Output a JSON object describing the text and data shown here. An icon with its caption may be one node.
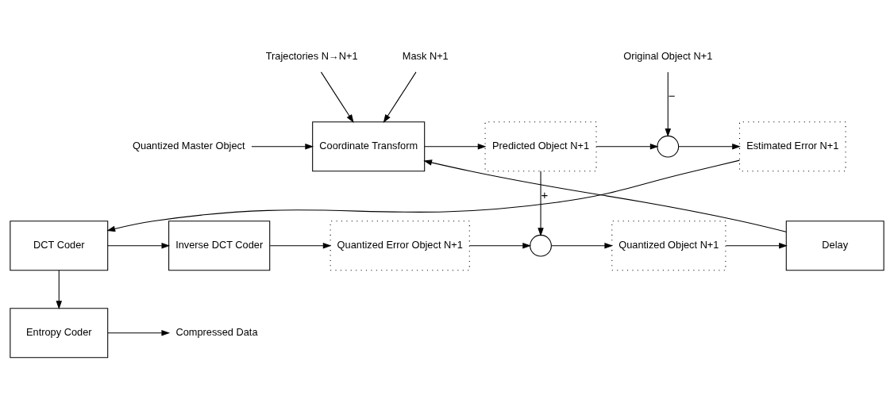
{
  "diagram": {
    "nodes": [
      {
        "text": [
          "Quantized Master Object"
        ]
      },
      {
        "text": [
          "Mask N+1"
        ]
      },
      {
        "text": [
          "Trajectories N→N+1"
        ]
      },
      {
        "text": [
          "Coordinate Transform"
        ]
      },
      {
        "text": [
          "Predicted Object N+1"
        ]
      },
      {
        "text": [
          "Original Object N+1"
        ]
      },
      {
        "text": [],
        "shape": "circle"
      },
      {
        "text": [
          "Estimated Error N+1"
        ]
      },
      {
        "text": [
          "Delay"
        ]
      },
      {
        "text": [
          "Quantized Object N+1"
        ]
      },
      {
        "text": [],
        "shape": "circle"
      },
      {
        "text": [
          "Quantized Error Object N+1"
        ]
      },
      {
        "text": [
          "Inverse DCT Coder"
        ]
      },
      {
        "text": [
          "DCT Coder"
        ]
      },
      {
        "text": [
          "Entropy Coder"
        ]
      },
      {
        "text": [
          "Compressed Data"
        ]
      }
    ],
    "edges": [
      {
        "from": 0,
        "to": 3,
        "arrow": "to"
      },
      {
        "from": 1,
        "to": 3,
        "arrow": "to"
      },
      {
        "from": 2,
        "to": 3,
        "arrow": "to"
      },
      {
        "from": 3,
        "to": 4,
        "arrow": "to"
      },
      {
        "from": 4,
        "to": 6,
        "arrow": "to"
      },
      {
        "from": 5,
        "to": 6,
        "arrow": "to",
        "label": "−"
      },
      {
        "from": 6,
        "to": 7,
        "arrow": "to"
      },
      {
        "from": 7,
        "to": 13,
        "arrow": "to"
      },
      {
        "from": 13,
        "to": 12,
        "arrow": "to"
      },
      {
        "from": 12,
        "to": 11,
        "arrow": "to"
      },
      {
        "from": 11,
        "to": 10,
        "arrow": "to"
      },
      {
        "from": 4,
        "to": 10,
        "arrow": "to",
        "label": "+"
      },
      {
        "from": 10,
        "to": 9,
        "arrow": "to"
      },
      {
        "from": 9,
        "to": 8,
        "arrow": "to"
      },
      {
        "from": 8,
        "to": 3,
        "arrow": "to"
      },
      {
        "from": 13,
        "to": 14,
        "arrow": "to"
      },
      {
        "from": 14,
        "to": 15,
        "arrow": "to"
      }
    ]
  }
}
